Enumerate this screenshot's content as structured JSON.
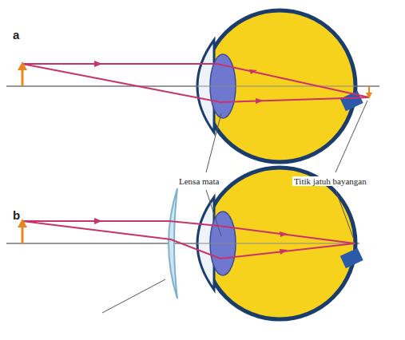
{
  "diagram": {
    "labels": [
      "a",
      "Lensa mata",
      "Titik jatuh bayangan",
      "b"
    ]
  }
}
